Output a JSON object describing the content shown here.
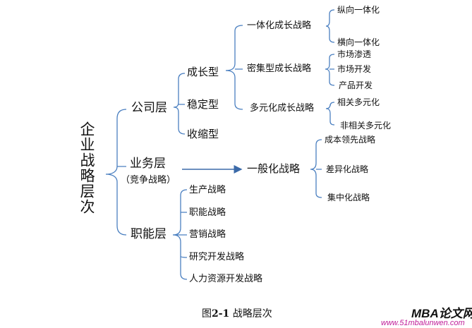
{
  "root": "企业战略层次",
  "corporate": {
    "label": "公司层",
    "growth": {
      "label": "成长型",
      "integration": {
        "label": "一体化成长战略",
        "items": [
          "纵向一体化",
          "横向一体化"
        ]
      },
      "intensive": {
        "label": "密集型成长战略",
        "items": [
          "市场渗透",
          "市场开发",
          "产品开发"
        ]
      },
      "diversified": {
        "label": "多元化成长战略",
        "items": [
          "相关多元化",
          "非相关多元化"
        ]
      }
    },
    "stable": "稳定型",
    "shrink": "收缩型"
  },
  "business": {
    "label": "业务层",
    "sub": "（竞争战略）",
    "generic": {
      "label": "一般化战略",
      "items": [
        "成本领先战略",
        "差异化战略",
        "集中化战略"
      ]
    }
  },
  "functional": {
    "label": "职能层",
    "items": [
      "生产战略",
      "职能战略",
      "营销战略",
      "研究开发战略",
      "人力资源开发战略"
    ]
  },
  "caption": {
    "prefix": "图",
    "number": "2-1",
    "title": "战略层次"
  },
  "watermark": {
    "brand": "MBA论文网",
    "url": "www.51mbalunwen.com"
  },
  "colors": {
    "line": "#4a7fc0",
    "arrow": "#3b6aa8"
  }
}
